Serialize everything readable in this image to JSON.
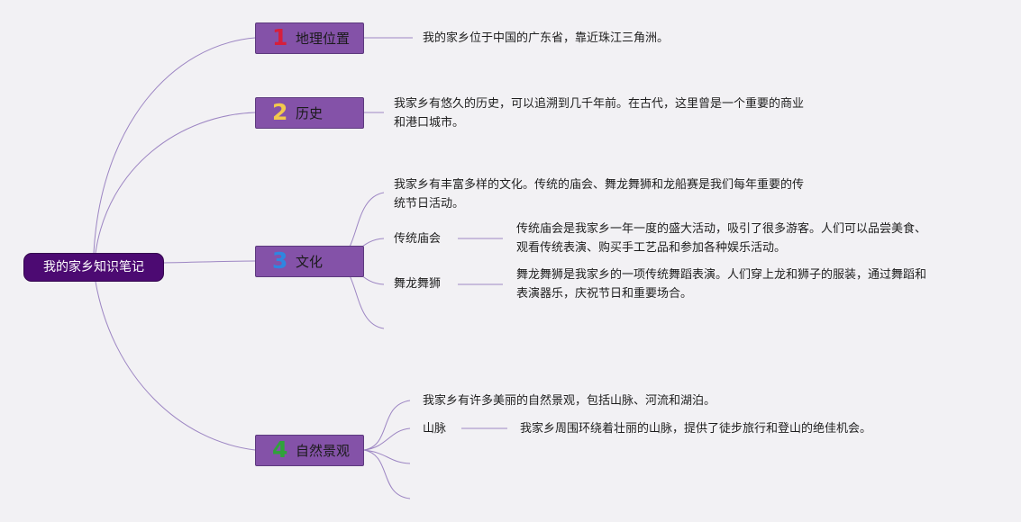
{
  "root": {
    "label": "我的家乡知识笔记"
  },
  "topics": [
    {
      "number": "1",
      "label": "地理位置",
      "number_color": "#d61f3c",
      "description": "我的家乡位于中国的广东省，靠近珠江三角洲。"
    },
    {
      "number": "2",
      "label": "历史",
      "number_color": "#f2c94c",
      "description_lines": [
        "我家乡有悠久的历史，可以追溯到几千年前。在古代，这里曾是一个重要的商业",
        "和港口城市。"
      ]
    },
    {
      "number": "3",
      "label": "文化",
      "number_color": "#2f86e0",
      "description_lines": [
        "我家乡有丰富多样的文化。传统的庙会、舞龙舞狮和龙船赛是我们每年重要的传",
        "统节日活动。"
      ],
      "subtopics": [
        {
          "label": "传统庙会",
          "detail_lines": [
            "传统庙会是我家乡一年一度的盛大活动，吸引了很多游客。人们可以品尝美食、",
            "观看传统表演、购买手工艺品和参加各种娱乐活动。"
          ]
        },
        {
          "label": "舞龙舞狮",
          "detail_lines": [
            "舞龙舞狮是我家乡的一项传统舞蹈表演。人们穿上龙和狮子的服装，通过舞蹈和",
            "表演器乐，庆祝节日和重要场合。"
          ]
        }
      ]
    },
    {
      "number": "4",
      "label": "自然景观",
      "number_color": "#2fa33a",
      "description": "我家乡有许多美丽的自然景观，包括山脉、河流和湖泊。",
      "subtopics": [
        {
          "label": "山脉",
          "detail": "我家乡周围环绕着壮丽的山脉，提供了徒步旅行和登山的绝佳机会。"
        }
      ]
    }
  ],
  "colors": {
    "root_fill": "#4c0a72",
    "topic_fill": "#8452a8",
    "connector": "#9d86c3",
    "background": "#f2f1f4"
  }
}
